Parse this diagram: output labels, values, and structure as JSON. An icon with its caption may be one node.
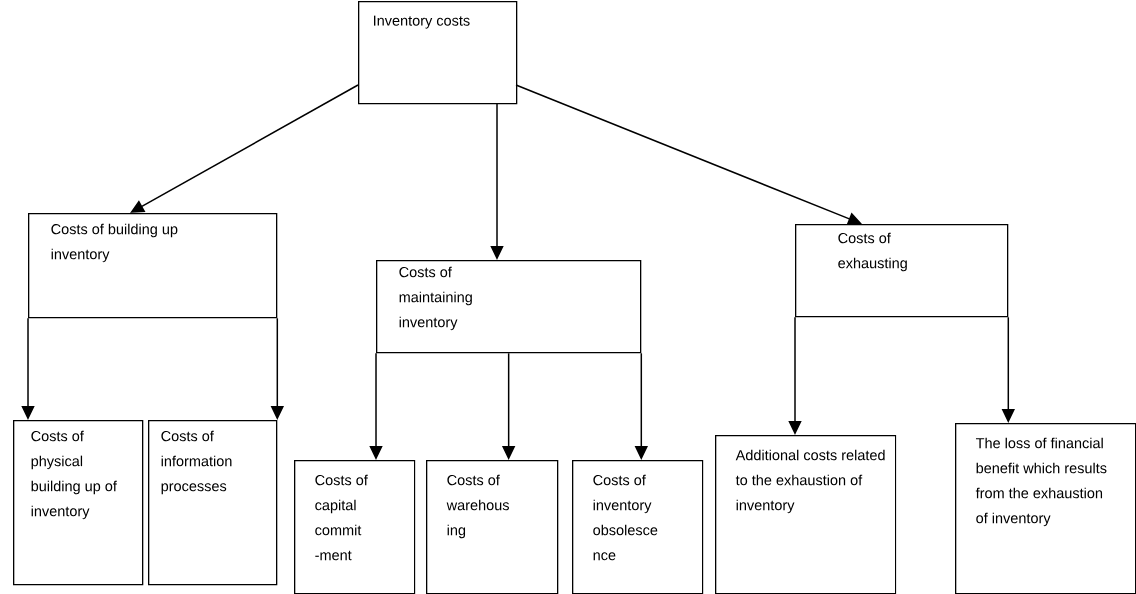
{
  "diagram": {
    "nodes": [
      {
        "text": [
          "Inventory costs"
        ]
      },
      {
        "text": [
          "Costs of building up inventory"
        ]
      },
      {
        "text": [
          "Costs of maintaining inventory"
        ]
      },
      {
        "text": [
          "Costs of exhausting"
        ]
      },
      {
        "text": [
          "Costs of physical building up of inventory"
        ]
      },
      {
        "text": [
          "Costs of information processes"
        ]
      },
      {
        "text": [
          "Costs of capital commit -ment"
        ]
      },
      {
        "text": [
          "Costs of warehous ing"
        ]
      },
      {
        "text": [
          "Costs of inventory obsolesce nce"
        ]
      },
      {
        "text": [
          "Additional costs related to the exhaustion of inventory"
        ]
      },
      {
        "text": [
          "The loss of financial benefit which results from the exhaustion of inventory"
        ]
      }
    ],
    "edges": [
      {
        "from": 0,
        "to": 1,
        "arrow": "to"
      },
      {
        "from": 0,
        "to": 2,
        "arrow": "to"
      },
      {
        "from": 0,
        "to": 3,
        "arrow": "to"
      },
      {
        "from": 1,
        "to": 4,
        "arrow": "to"
      },
      {
        "from": 1,
        "to": 5,
        "arrow": "to"
      },
      {
        "from": 2,
        "to": 6,
        "arrow": "to"
      },
      {
        "from": 2,
        "to": 7,
        "arrow": "to"
      },
      {
        "from": 2,
        "to": 8,
        "arrow": "to"
      },
      {
        "from": 3,
        "to": 9,
        "arrow": "to"
      },
      {
        "from": 3,
        "to": 10,
        "arrow": "to"
      }
    ]
  }
}
